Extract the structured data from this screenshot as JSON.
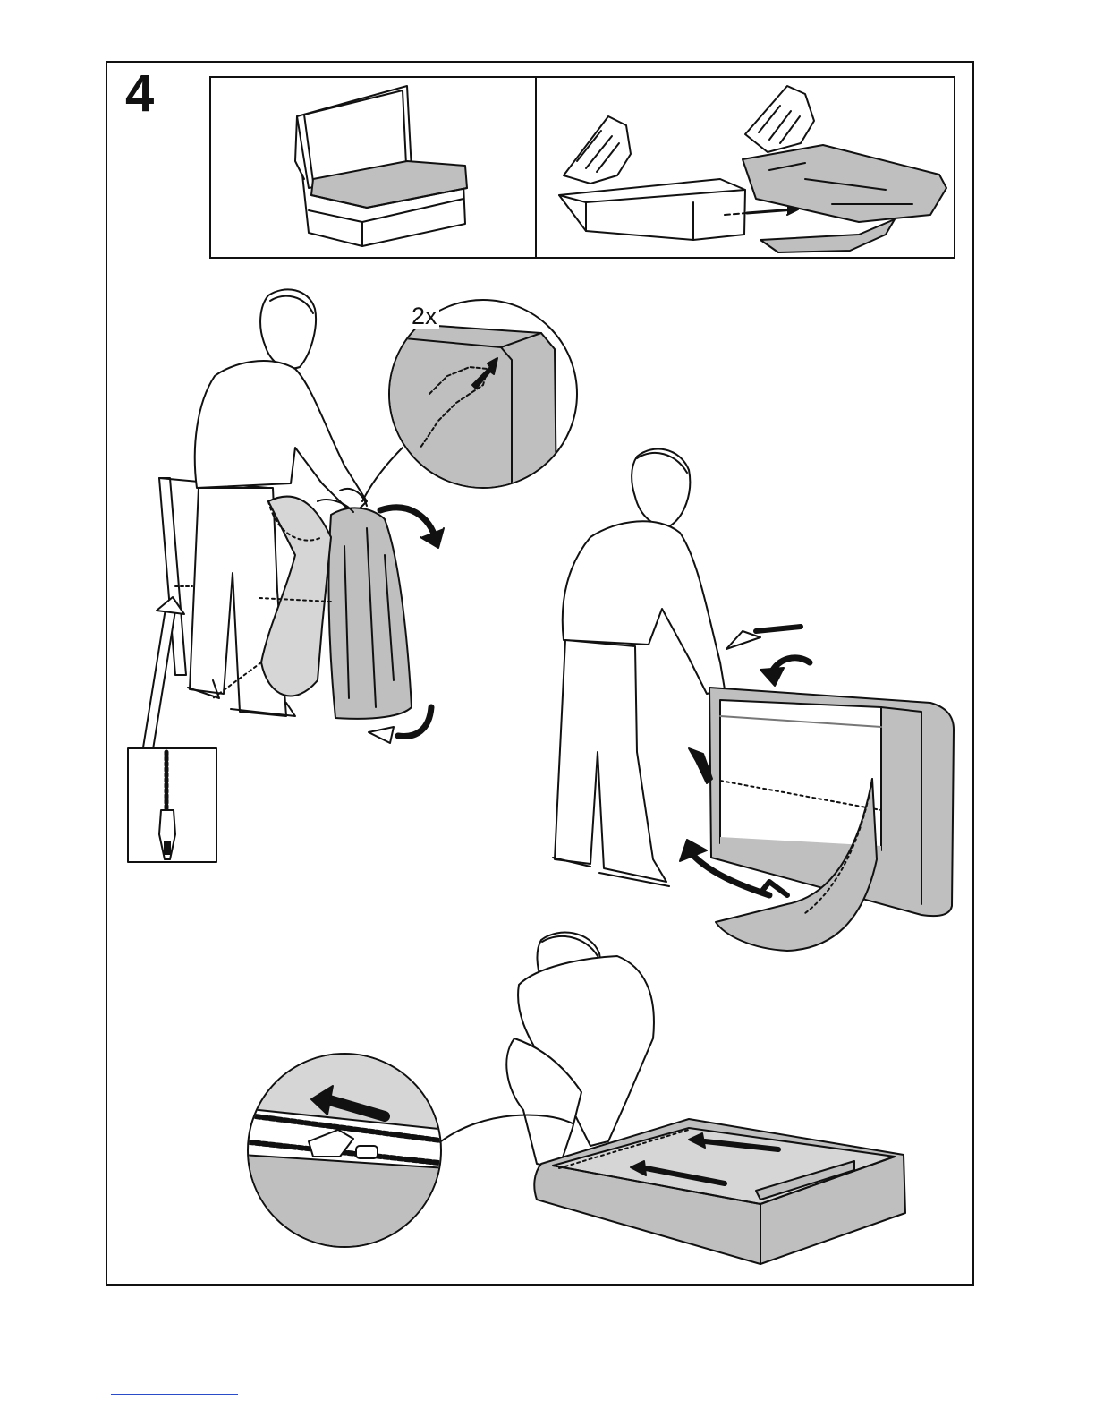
{
  "step": {
    "number": "4"
  },
  "detail": {
    "count_label": "2x"
  },
  "colors": {
    "ink": "#111111",
    "fill_gray": "#bfbfbf",
    "light_gray": "#d6d6d6",
    "footer_link": "#2a4cc8"
  },
  "icons": [
    "armchair-module",
    "cushion-remove-hand",
    "cushion-cover-hand",
    "person-fitting-cover",
    "corner-detail-magnifier",
    "zipper-detail-box",
    "person-pulling-cover",
    "person-zipping-cushion",
    "zipper-slider-magnifier",
    "rotate-arrow",
    "direction-arrow"
  ]
}
